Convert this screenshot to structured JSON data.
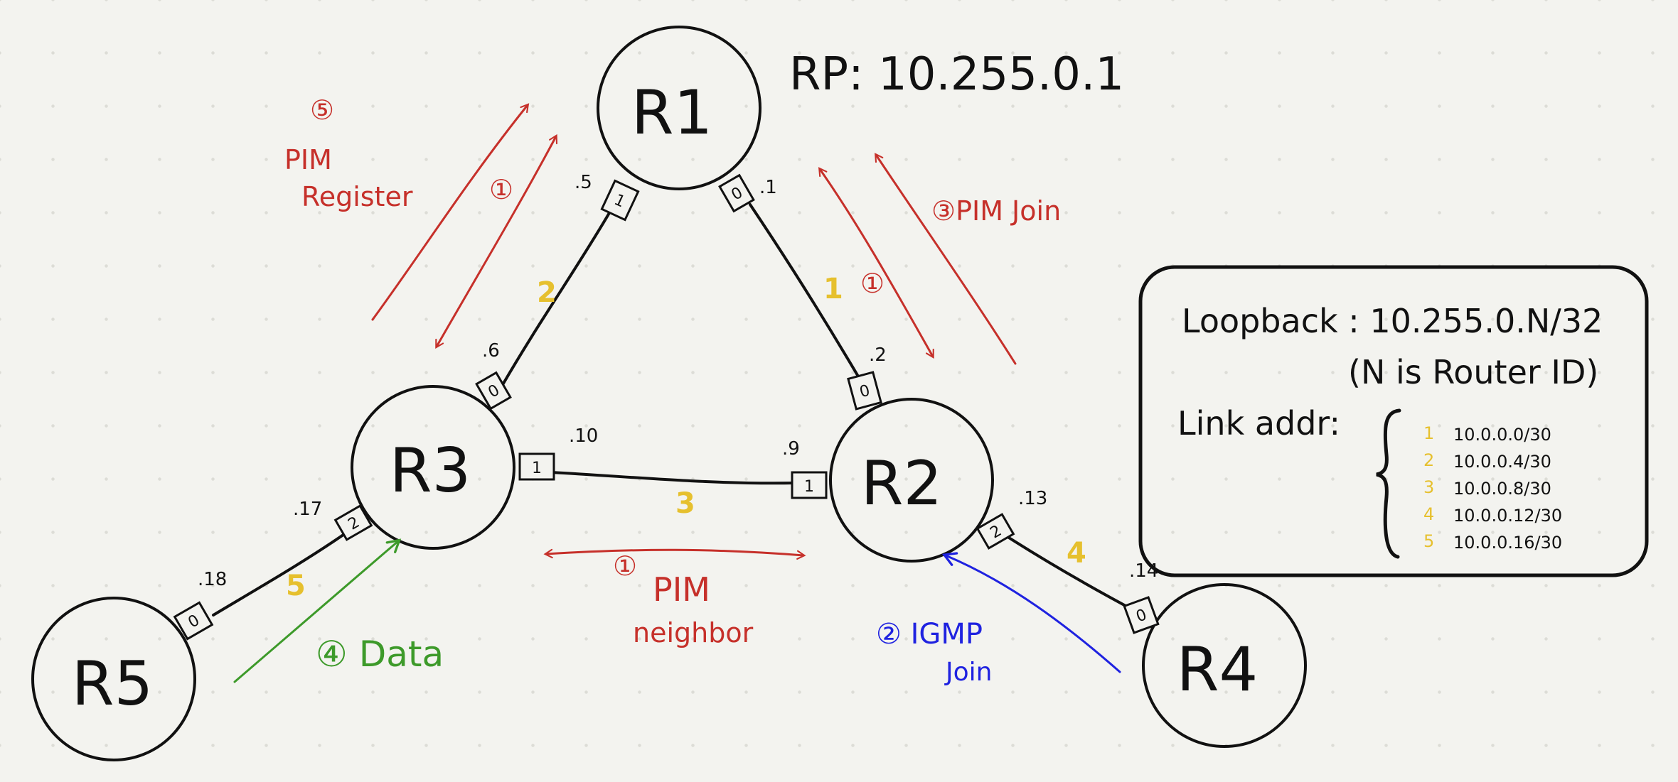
{
  "routers": [
    {
      "id": "r1",
      "label": "R1"
    },
    {
      "id": "r2",
      "label": "R2"
    },
    {
      "id": "r3",
      "label": "R3"
    },
    {
      "id": "r4",
      "label": "R4"
    },
    {
      "id": "r5",
      "label": "R5"
    }
  ],
  "rp_label": "RP: 10.255.0.1",
  "ports": {
    "r1_p1": "1",
    "r1_p0": "0",
    "r3_p0": "0",
    "r3_p1": "1",
    "r3_p2": "2",
    "r2_p0": "0",
    "r2_p1": "1",
    "r2_p2": "2",
    "r4_p0": "0",
    "r5_p0": "0"
  },
  "addresses": {
    "r1_l2": ".5",
    "r1_l1": ".1",
    "r3_l2": ".6",
    "r3_l3": ".10",
    "r3_l5": ".17",
    "r2_l1": ".2",
    "r2_l3": ".9",
    "r2_l4": ".13",
    "r4_l4": ".14",
    "r5_l5": ".18"
  },
  "link_numbers": {
    "l1": "1",
    "l2": "2",
    "l3": "3",
    "l4": "4",
    "l5": "5"
  },
  "annotations": {
    "step1_mark": "①",
    "pim_register_step": "⑤",
    "pim_register_line1": "PIM",
    "pim_register_line2": "Register",
    "pim_join": "③PIM Join",
    "data": "④ Data",
    "pim_neighbor_line1": "PIM",
    "pim_neighbor_line2": "neighbor",
    "igmp_line1": "② IGMP",
    "igmp_line2": "Join"
  },
  "legend": {
    "loopback": "Loopback : 10.255.0.N/32",
    "loopback_note": "(N is Router ID)",
    "link_addr_label": "Link addr:",
    "links": [
      {
        "num": "1",
        "addr": "10.0.0.0/30"
      },
      {
        "num": "2",
        "addr": "10.0.0.4/30"
      },
      {
        "num": "3",
        "addr": "10.0.0.8/30"
      },
      {
        "num": "4",
        "addr": "10.0.0.12/30"
      },
      {
        "num": "5",
        "addr": "10.0.0.16/30"
      }
    ]
  },
  "colors": {
    "pim": "#c6302a",
    "igmp": "#1f22e0",
    "data": "#3d9a2a",
    "link_numbers": "#e6c02e",
    "ink": "#111111",
    "background": "#f3f3ef"
  }
}
